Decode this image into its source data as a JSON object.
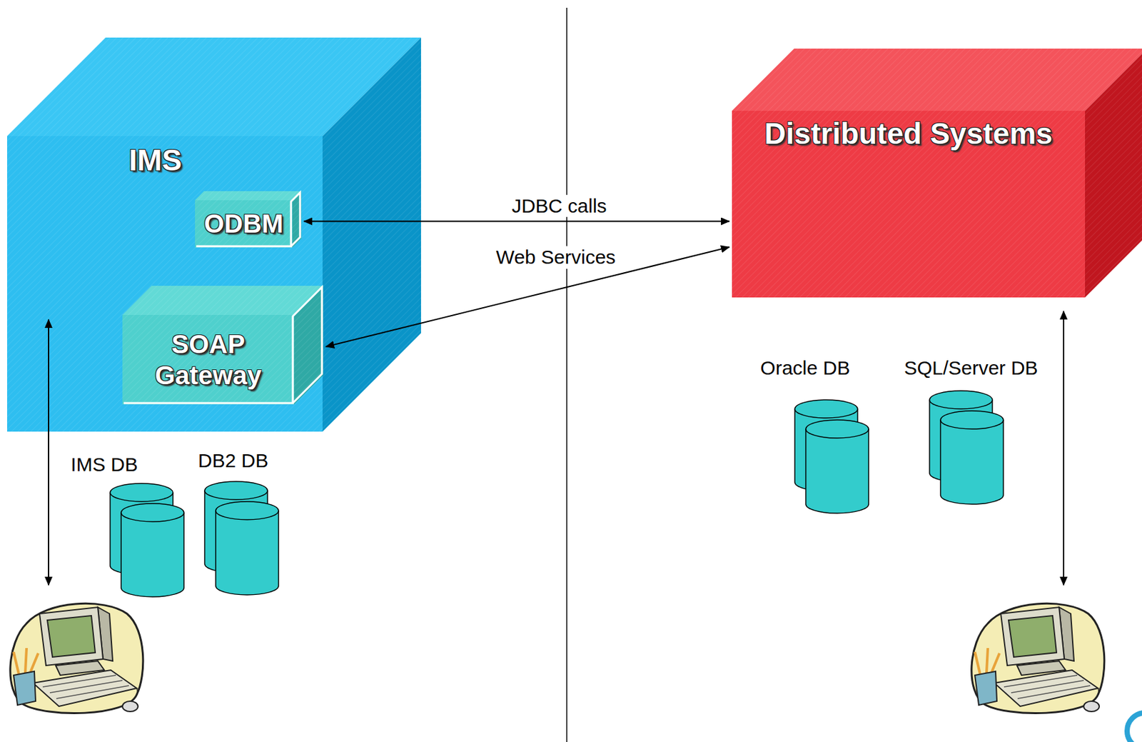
{
  "diagram": {
    "nodes": [
      {
        "text": [
          "IMS"
        ]
      },
      {
        "text": [
          "ODBM"
        ],
        "in": 0
      },
      {
        "text": [
          "SOAP Gateway"
        ],
        "in": 0
      },
      {
        "text": [
          "Distributed Systems"
        ]
      }
    ],
    "edges": [
      {
        "from": 1,
        "to": 3,
        "label": "JDBC calls",
        "arrow": "both"
      },
      {
        "from": 2,
        "to": 3,
        "label": "Web Services",
        "arrow": "both"
      }
    ],
    "labels": [
      "IMS DB",
      "DB2 DB",
      "Oracle DB",
      "SQL/Server DB"
    ]
  }
}
